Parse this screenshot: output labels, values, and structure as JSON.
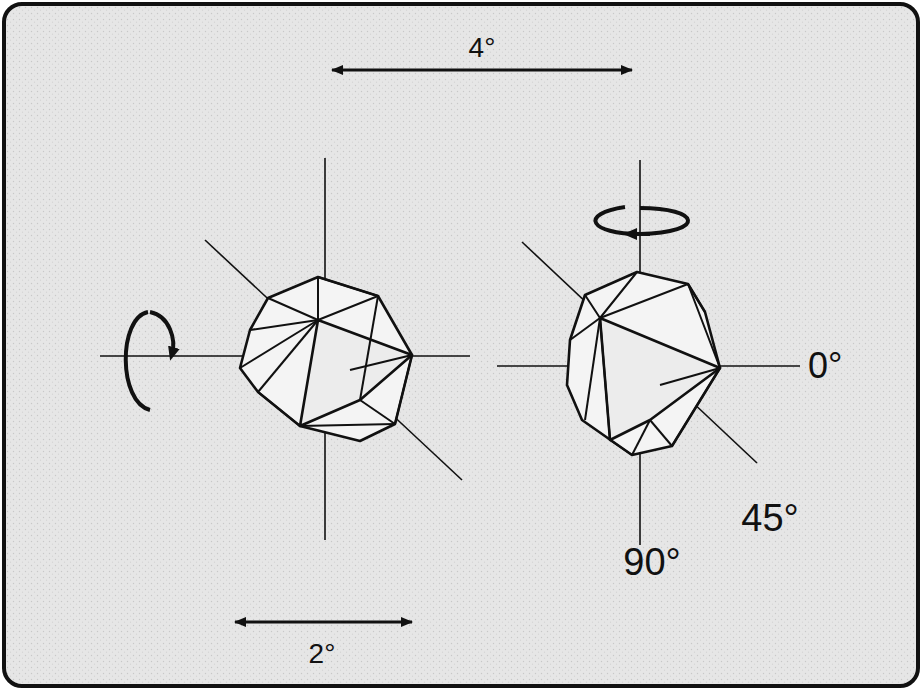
{
  "diagram": {
    "labels": [
      "4°",
      "2°",
      "0°",
      "45°",
      "90°"
    ]
  }
}
